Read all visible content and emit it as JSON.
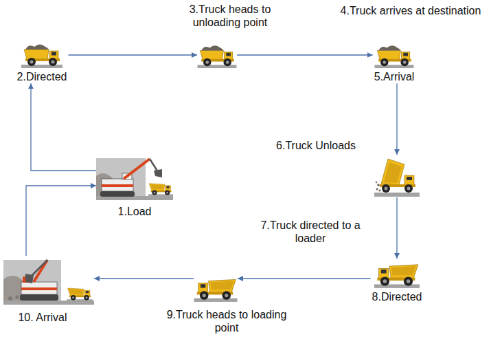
{
  "diagram": {
    "nodes": [
      {
        "text": [
          "1.Load"
        ]
      },
      {
        "text": [
          "2.Directed"
        ]
      },
      {
        "text": [
          "3.Truck heads to unloading point"
        ]
      },
      {
        "text": [
          "4.Truck arrives at destination",
          "5.Arrival"
        ]
      },
      {
        "text": [
          "6.Truck Unloads"
        ]
      },
      {
        "text": [
          "7.Truck directed to a loader",
          "8.Directed"
        ]
      },
      {
        "text": [
          "9.Truck heads to loading point"
        ]
      },
      {
        "text": [
          "10. Arrival"
        ]
      }
    ],
    "edges": [
      {
        "from": 0,
        "to": 1,
        "arrow": "to"
      },
      {
        "from": 1,
        "to": 2,
        "arrow": "to"
      },
      {
        "from": 2,
        "to": 3,
        "arrow": "to"
      },
      {
        "from": 3,
        "to": 4,
        "arrow": "to"
      },
      {
        "from": 4,
        "to": 5,
        "arrow": "to"
      },
      {
        "from": 5,
        "to": 6,
        "arrow": "to"
      },
      {
        "from": 6,
        "to": 7,
        "arrow": "to"
      },
      {
        "from": 7,
        "to": 0,
        "arrow": "to"
      }
    ]
  }
}
